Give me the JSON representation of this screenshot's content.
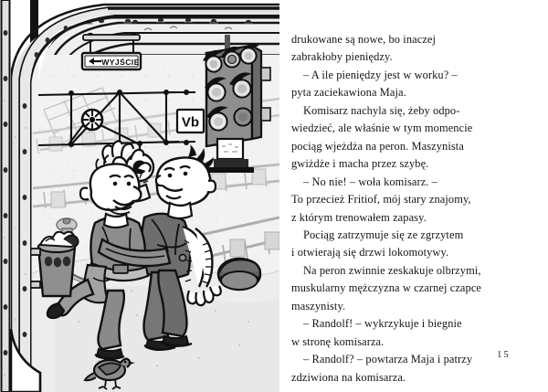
{
  "book_page": {
    "page_number": "15",
    "language": "pl"
  },
  "illustration": {
    "name": "train-platform-illustration",
    "description": "Black and white cartoon: view through a train carriage doorway onto a railway platform where two men embrace",
    "signs": {
      "exit_sign": "WYJŚCIE",
      "exit_arrow": "←",
      "platform_marker": "Vb"
    },
    "elements": [
      "carriage-door-frame",
      "overhead-canopy",
      "exit-sign",
      "catenary-gantry",
      "wheel-emblem",
      "round-signal-lamp",
      "platform-marker-sign",
      "railway-signal-tower",
      "railway-tracks",
      "rubbish-bin",
      "commissioner-character",
      "engine-driver-character",
      "fallen-cap",
      "pigeon",
      "platform-bollard"
    ],
    "palette": {
      "ink": "#1a1a1a",
      "platform": "#efefef",
      "mid_grey": "#9a9a9a",
      "dark_grey": "#6e6e6e",
      "light_grey": "#c9c9c9",
      "paper": "#ffffff"
    }
  },
  "text": {
    "paragraphs": [
      {
        "indent": false,
        "lines": [
          "drukowane są nowe, bo inaczej",
          "zabrakłoby pieniędzy."
        ]
      },
      {
        "indent": true,
        "lines": [
          "– A ile pieniędzy jest w worku? –",
          "pyta zaciekawiona Maja."
        ]
      },
      {
        "indent": true,
        "lines": [
          "Komisarz nachyla się, żeby odpo-",
          "wiedzieć, ale właśnie w tym momencie",
          "pociąg wjeżdża na peron. Maszynista",
          "gwiżdże i macha przez szybę."
        ]
      },
      {
        "indent": true,
        "lines": [
          "– No nie! – woła komisarz. –",
          "To przecież Fritiof, mój stary znajomy,",
          "z którym trenowałem zapasy."
        ]
      },
      {
        "indent": true,
        "lines": [
          "Pociąg zatrzymuje się ze zgrzytem",
          "i otwierają się drzwi lokomotywy."
        ]
      },
      {
        "indent": true,
        "lines": [
          "Na peron zwinnie zeskakuje olbrzymi,",
          "muskularny mężczyzna w czarnej czapce",
          "maszynisty."
        ]
      },
      {
        "indent": true,
        "lines": [
          "– Randolf! – wykrzykuje i biegnie",
          "w stronę komisarza."
        ]
      },
      {
        "indent": true,
        "lines": [
          "– Randolf? – powtarza Maja i patrzy",
          "zdziwiona na komisarza."
        ]
      }
    ]
  }
}
